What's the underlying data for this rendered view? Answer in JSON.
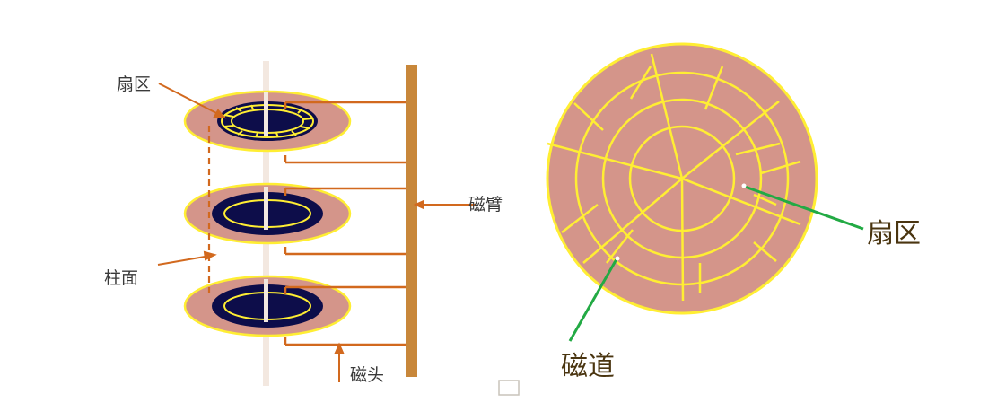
{
  "left_diagram": {
    "labels": {
      "sector": "扇区",
      "cylinder": "柱面",
      "arm": "磁臂",
      "head": "磁头"
    }
  },
  "right_diagram": {
    "labels": {
      "sector": "扇区",
      "track": "磁道"
    }
  },
  "colors": {
    "platter": "#d4958a",
    "track_line": "#ffee33",
    "core": "#0d0d4a",
    "arm": "#c8873a",
    "leader": "#d2691e",
    "green_leader": "#22aa44",
    "spindle": "#f3e8e0"
  }
}
